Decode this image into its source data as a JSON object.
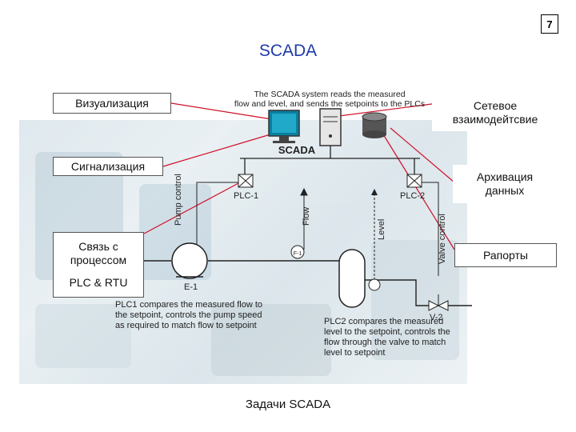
{
  "page_number": "7",
  "title": "SCADA",
  "footer_title": "Задачи SCADA",
  "labels": {
    "visualization": "Визуализация",
    "alarming": "Сигнализация",
    "process_link": "Связь с процессом",
    "plc_rtu": "PLC & RTU",
    "network": "Сетевое взаимодейтсвие",
    "archiving": "Архивация данных",
    "reports": "Рапорты"
  },
  "diagram": {
    "top_caption_1": "The SCADA system reads the measured",
    "top_caption_2": "flow and level, and sends the setpoints to the PLCs",
    "scada": "SCADA",
    "plc1": "PLC-1",
    "plc2": "PLC-2",
    "pump_control": "Pump control",
    "flow": "Flow",
    "level": "Level",
    "valve_control": "Valve control",
    "ft1": "F-1",
    "e1": "E-1",
    "v2": "V-2",
    "plc1_caption": [
      "PLC1 compares the measured flow to",
      "the setpoint, controls the pump speed",
      "as required to match flow to setpoint"
    ],
    "plc2_caption": [
      "PLC2 compares the measured",
      "level to the setpoint, controls the",
      "flow through the valve to match",
      "level to setpoint"
    ]
  },
  "colors": {
    "title": "#1f3aa8",
    "connector": "#d0102a",
    "monitor": "#0a7fa0"
  }
}
